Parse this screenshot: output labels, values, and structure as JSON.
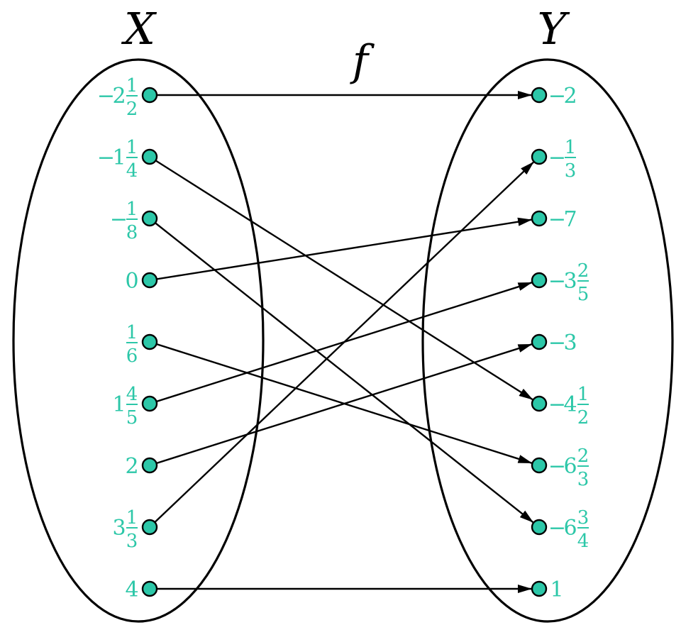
{
  "colors": {
    "accent": "#2cc7a8",
    "dot_fill": "#2cc7a8",
    "stroke": "#000000"
  },
  "diagram": {
    "domain_title": "X",
    "codomain_title": "Y",
    "map_label": "f",
    "domain": [
      {
        "sign": "−",
        "whole": "2",
        "num": "1",
        "den": "2"
      },
      {
        "sign": "−",
        "whole": "1",
        "num": "1",
        "den": "4"
      },
      {
        "sign": "−",
        "whole": "",
        "num": "1",
        "den": "8"
      },
      {
        "sign": "",
        "whole": "0",
        "num": "",
        "den": ""
      },
      {
        "sign": "",
        "whole": "",
        "num": "1",
        "den": "6"
      },
      {
        "sign": "",
        "whole": "1",
        "num": "4",
        "den": "5"
      },
      {
        "sign": "",
        "whole": "2",
        "num": "",
        "den": ""
      },
      {
        "sign": "",
        "whole": "3",
        "num": "1",
        "den": "3"
      },
      {
        "sign": "",
        "whole": "4",
        "num": "",
        "den": ""
      }
    ],
    "codomain": [
      {
        "sign": "−",
        "whole": "2",
        "num": "",
        "den": ""
      },
      {
        "sign": "−",
        "whole": "",
        "num": "1",
        "den": "3"
      },
      {
        "sign": "−",
        "whole": "7",
        "num": "",
        "den": ""
      },
      {
        "sign": "−",
        "whole": "3",
        "num": "2",
        "den": "5"
      },
      {
        "sign": "−",
        "whole": "3",
        "num": "",
        "den": ""
      },
      {
        "sign": "−",
        "whole": "4",
        "num": "1",
        "den": "2"
      },
      {
        "sign": "−",
        "whole": "6",
        "num": "2",
        "den": "3"
      },
      {
        "sign": "−",
        "whole": "6",
        "num": "3",
        "den": "4"
      },
      {
        "sign": "",
        "whole": "1",
        "num": "",
        "den": ""
      }
    ],
    "mappings": [
      {
        "from": 0,
        "to": 0
      },
      {
        "from": 1,
        "to": 5
      },
      {
        "from": 2,
        "to": 7
      },
      {
        "from": 3,
        "to": 2
      },
      {
        "from": 4,
        "to": 6
      },
      {
        "from": 5,
        "to": 3
      },
      {
        "from": 6,
        "to": 4
      },
      {
        "from": 7,
        "to": 1
      },
      {
        "from": 8,
        "to": 8
      }
    ]
  }
}
